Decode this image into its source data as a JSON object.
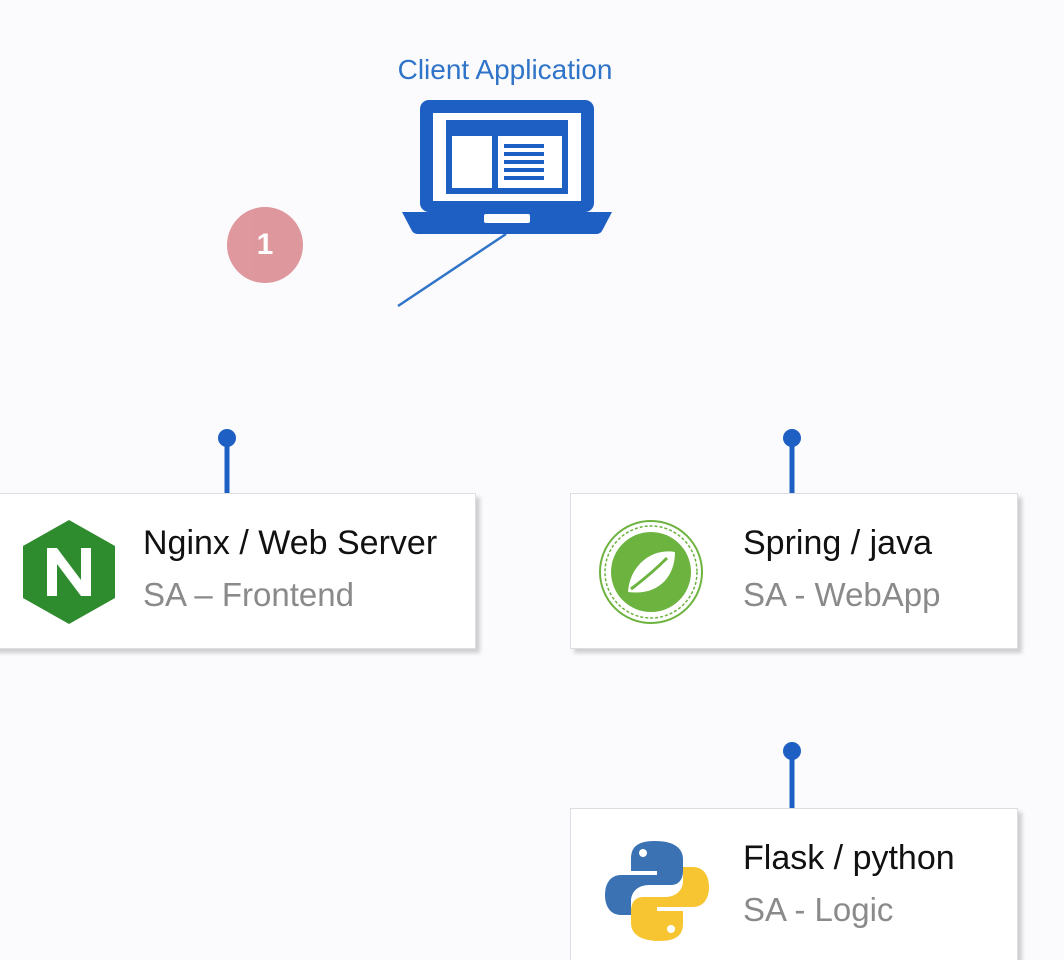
{
  "client": {
    "label": "Client Application",
    "icon": "laptop-icon"
  },
  "step_badge": {
    "label": "1",
    "color": "#d9868c"
  },
  "colors": {
    "accent": "#2f74c8",
    "connector": "#1e5fc4"
  },
  "services": [
    {
      "title": "Nginx / Web Server",
      "subtitle": "SA – Frontend",
      "icon": "nginx-icon"
    },
    {
      "title": "Spring / java",
      "subtitle": "SA - WebApp",
      "icon": "spring-icon"
    },
    {
      "title": "Flask / python",
      "subtitle": "SA - Logic",
      "icon": "python-icon"
    }
  ]
}
